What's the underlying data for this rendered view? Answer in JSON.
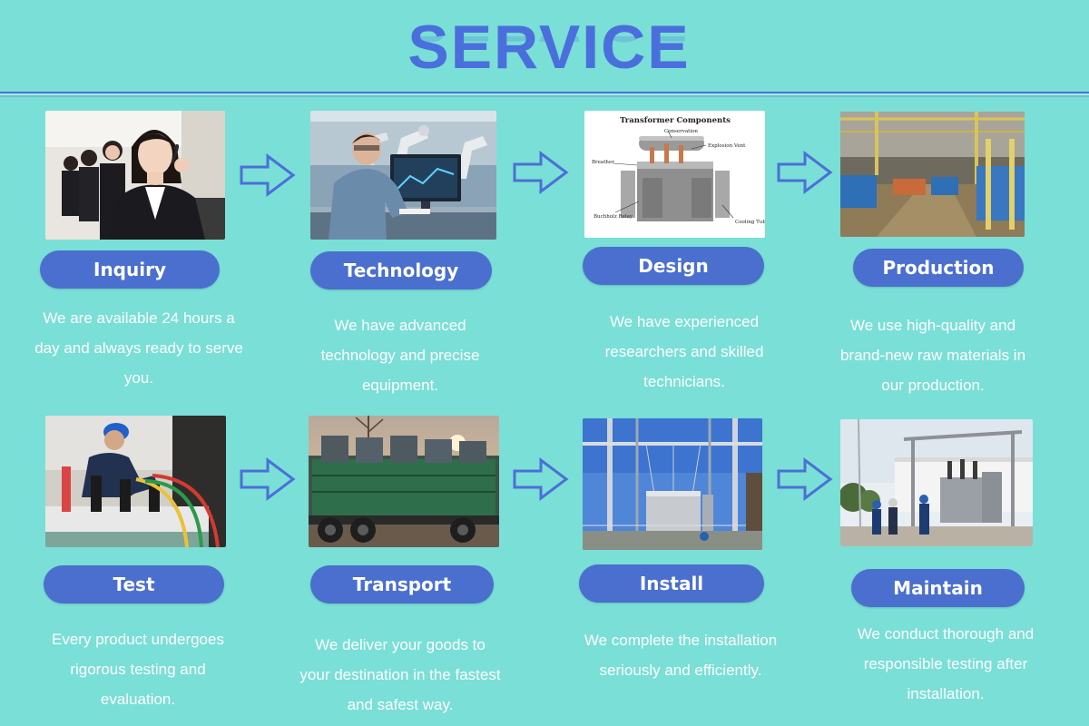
{
  "page": {
    "title": "SERVICE"
  },
  "steps": [
    {
      "label": "Inquiry",
      "description": "We are available 24 hours a day and always ready to serve you."
    },
    {
      "label": "Technology",
      "description": "We have advanced technology and precise equipment."
    },
    {
      "label": "Design",
      "description": "We have experienced researchers and skilled technicians."
    },
    {
      "label": "Production",
      "description": "We use high-quality and brand-new raw materials in our production."
    },
    {
      "label": "Test",
      "description": "Every product undergoes rigorous testing and evaluation."
    },
    {
      "label": "Transport",
      "description": "We deliver your goods to your destination in the fastest and safest way."
    },
    {
      "label": "Install",
      "description": "We complete the installation seriously and efficiently."
    },
    {
      "label": "Maintain",
      "description": "We conduct thorough and responsible testing after installation."
    }
  ],
  "design_diagram": {
    "title": "Transformer Components",
    "labels": [
      "Conservation",
      "Explosion Vent",
      "Breather",
      "Buchholz Relay",
      "Cooling Tubes"
    ]
  },
  "colors": {
    "background": "#7adfd6",
    "accent": "#4a6fcf",
    "title": "#4a6fdc",
    "text": "#ffffff"
  },
  "icons": [
    "right-arrow-icon"
  ]
}
